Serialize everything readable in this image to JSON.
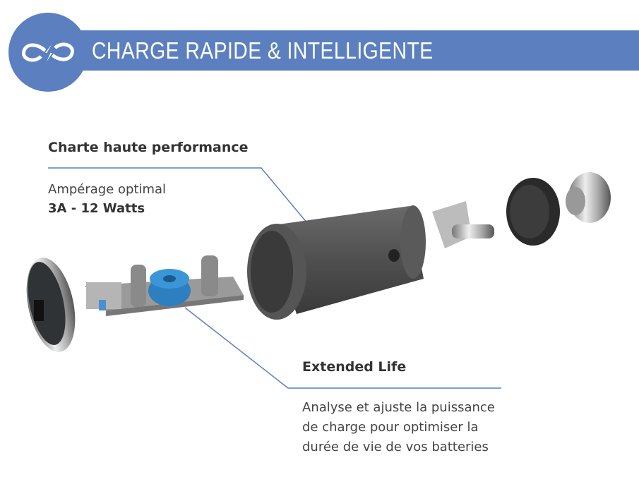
{
  "header": {
    "title": "CHARGE RAPIDE & INTELLIGENTE",
    "logo_icon": "infinity-lightning-icon"
  },
  "callout_performance": {
    "title": "Charte haute performance",
    "line1": "Ampérage optimal",
    "line2": "3A - 12 Watts"
  },
  "callout_life": {
    "title": "Extended Life",
    "lines": [
      "Analyse et ajuste la puissance",
      "de charge pour optimiser la",
      "durée de vie de vos batteries"
    ]
  },
  "colors": {
    "accent": "#5b7fbf",
    "leader_line": "#5b7fbf"
  }
}
